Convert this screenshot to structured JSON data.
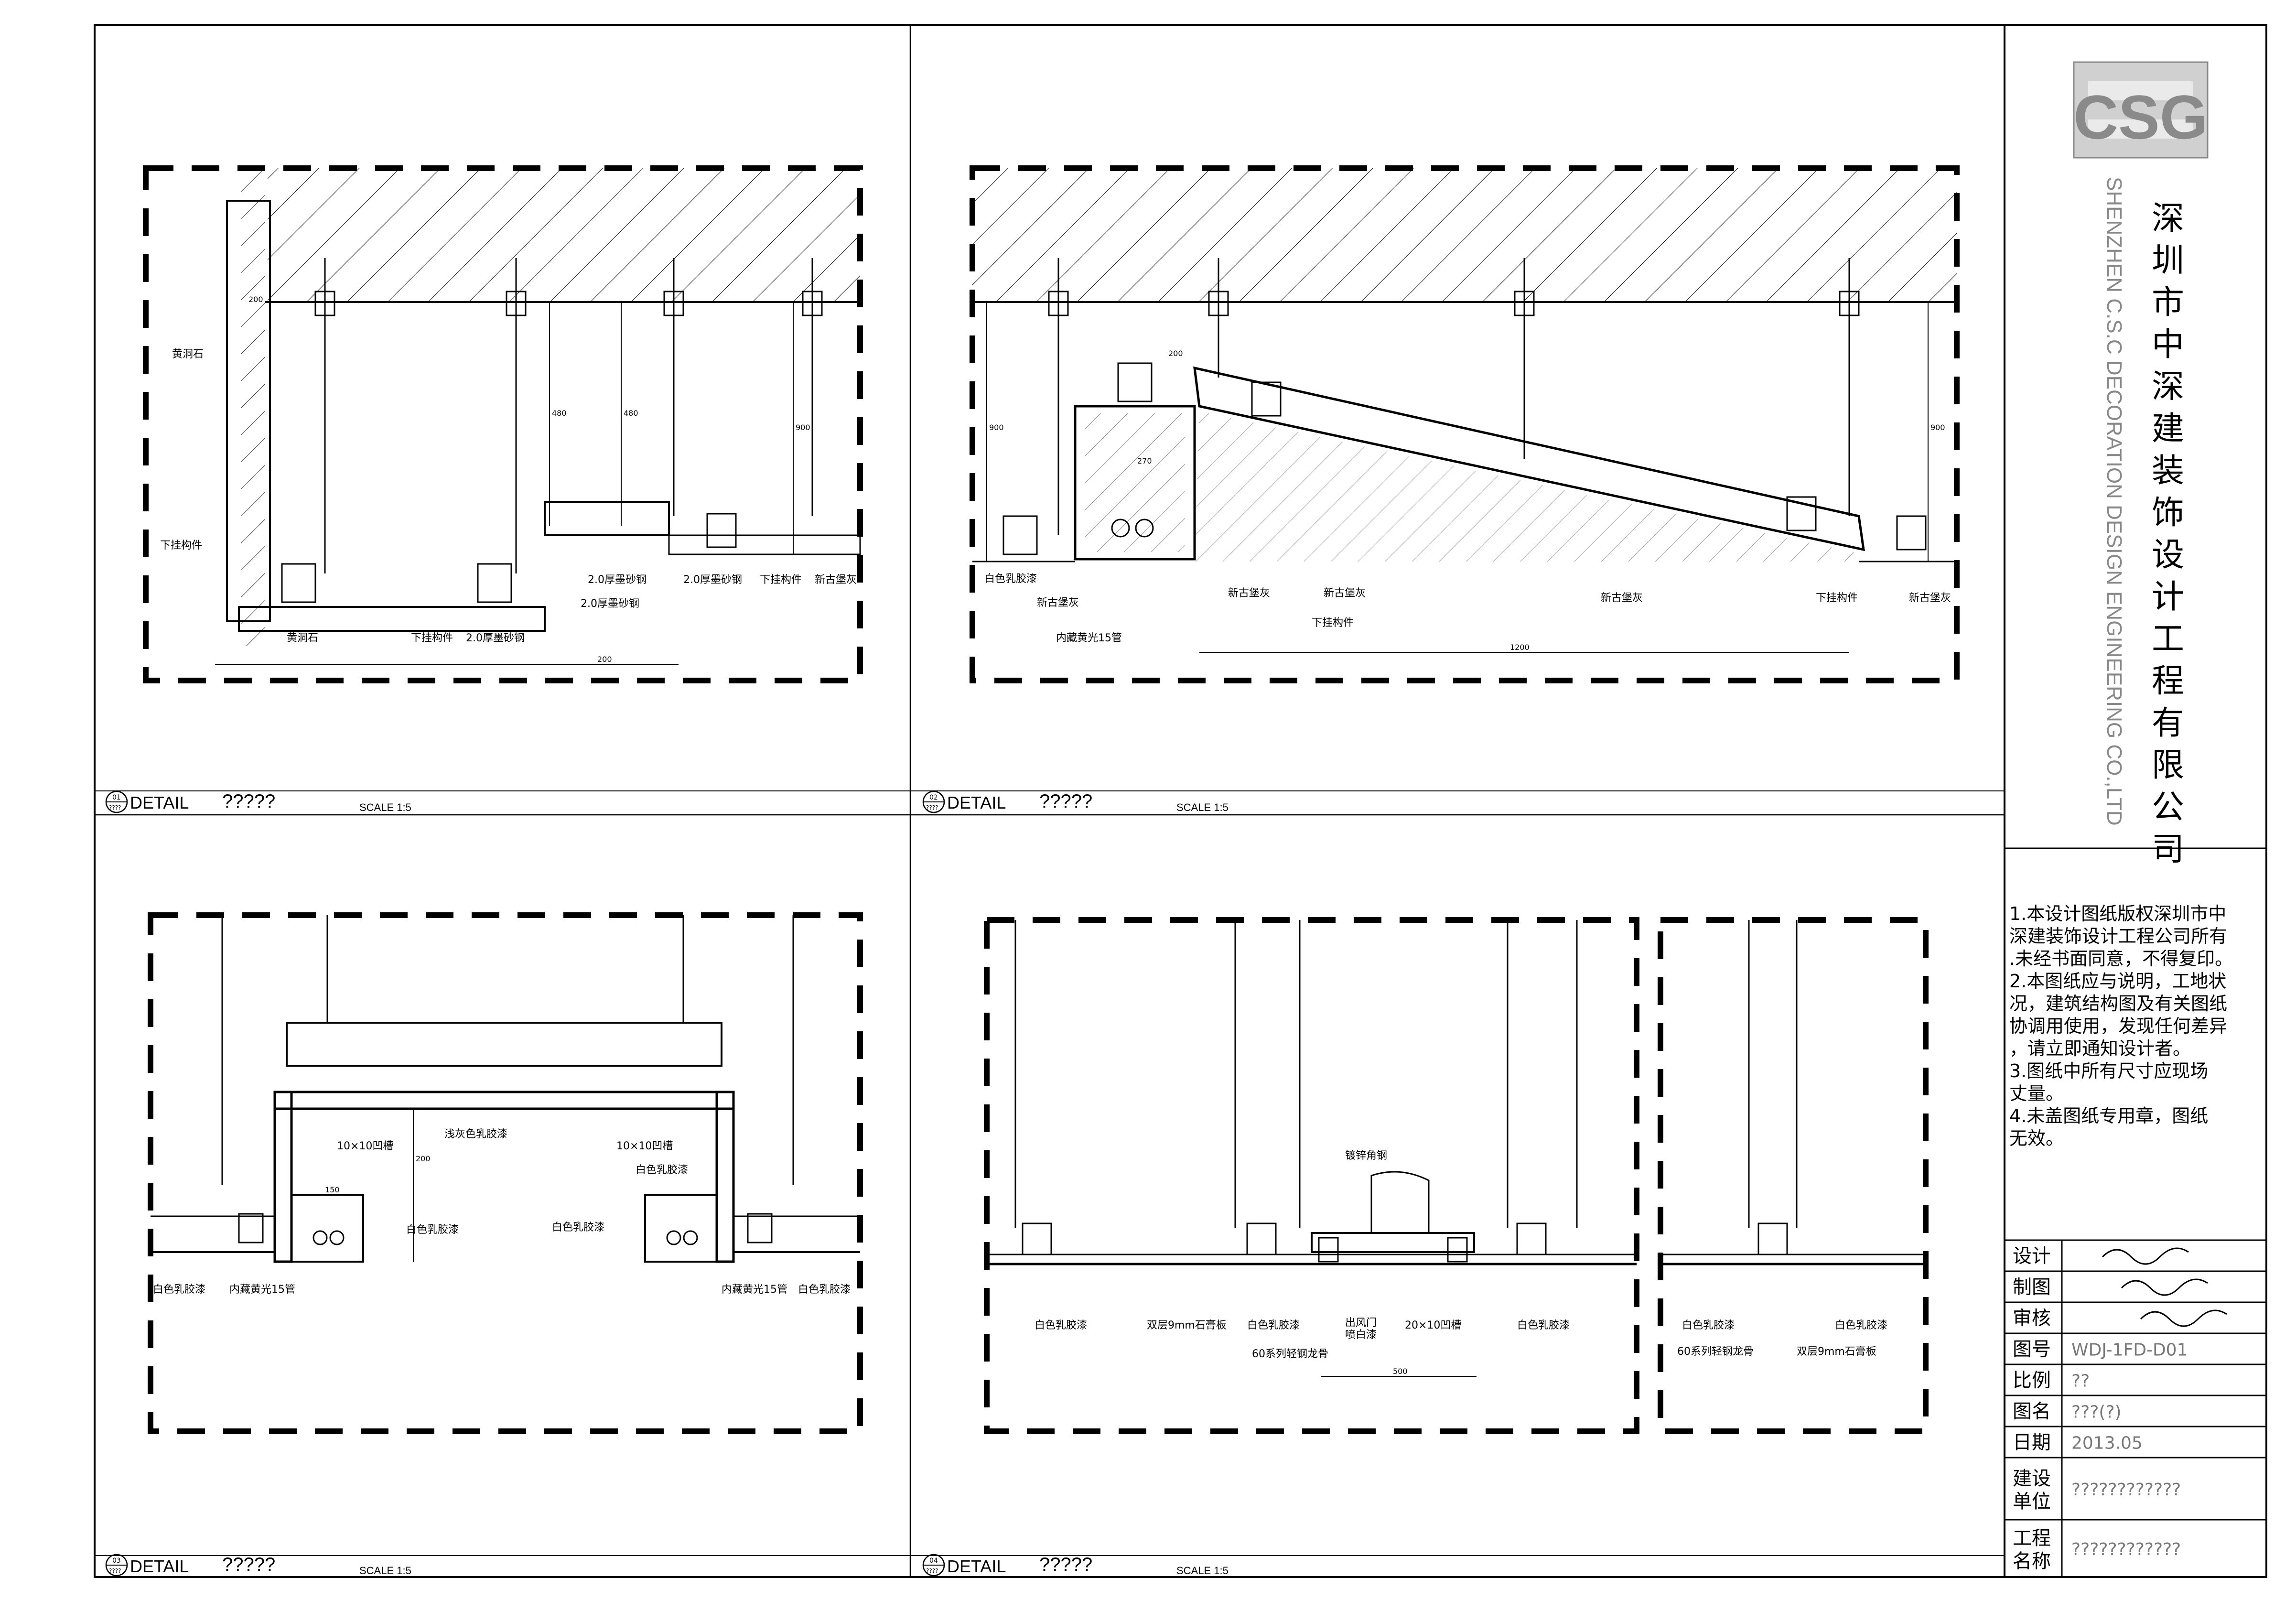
{
  "panels": [
    {
      "num": "01",
      "sheet": "????",
      "title": "DETAIL",
      "name": "?????",
      "scale": "SCALE 1:5",
      "labels": [
        "黄洞石",
        "下挂构件",
        "黄洞石",
        "下挂构件",
        "2.0厚墨砂钢",
        "2.0厚墨砂钢",
        "2.0厚墨砂钢",
        "2.0厚墨砂钢",
        "下挂构件",
        "新古堡灰"
      ],
      "dims": [
        "200",
        "480",
        "480",
        "900",
        "200"
      ]
    },
    {
      "num": "02",
      "sheet": "????",
      "title": "DETAIL",
      "name": "?????",
      "scale": "SCALE 1:5",
      "labels": [
        "白色乳胶漆",
        "新古堡灰",
        "内藏黄光15管",
        "新古堡灰",
        "新古堡灰",
        "下挂构件",
        "新古堡灰",
        "下挂构件",
        "新古堡灰"
      ],
      "dims": [
        "900",
        "270",
        "1200",
        "900",
        "200"
      ]
    },
    {
      "num": "03",
      "sheet": "????",
      "title": "DETAIL",
      "name": "?????",
      "scale": "SCALE 1:5",
      "labels": [
        "10×10凹槽",
        "浅灰色乳胶漆",
        "10×10凹槽",
        "白色乳胶漆",
        "白色乳胶漆",
        "白色乳胶漆",
        "白色乳胶漆",
        "内藏黄光15管",
        "内藏黄光15管",
        "白色乳胶漆"
      ],
      "dims": [
        "200",
        "150"
      ]
    },
    {
      "num": "04",
      "sheet": "????",
      "title": "DETAIL",
      "name": "?????",
      "scale": "SCALE 1:5",
      "labels": [
        "镀锌角钢",
        "白色乳胶漆",
        "双层9mm石膏板",
        "白色乳胶漆",
        "60系列轻钢龙骨",
        "出风门",
        "喷白漆",
        "20×10凹槽",
        "白色乳胶漆",
        "白色乳胶漆",
        "60系列轻钢龙骨",
        "双层9mm石膏板",
        "白色乳胶漆"
      ],
      "dims": [
        "500"
      ]
    }
  ],
  "company": {
    "logo_text": "CSG",
    "name_cn": "深圳市中深建装饰设计工程有限公司",
    "name_en": "SHENZHEN C.S.C DECORATION DESIGN ENGINEERING CO.,LTD"
  },
  "notes": [
    "1.本设计图纸版权深圳市中",
    "深建装饰设计工程公司所有",
    ".未经书面同意，不得复印。",
    "2.本图纸应与说明，工地状",
    "况，建筑结构图及有关图纸",
    "协调用使用，发现任何差异",
    "，请立即通知设计者。",
    "3.图纸中所有尺寸应现场",
    "丈量。",
    "4.未盖图纸专用章，图纸",
    "无效。"
  ],
  "title_block": [
    {
      "label": "设计",
      "value": ""
    },
    {
      "label": "制图",
      "value": ""
    },
    {
      "label": "审核",
      "value": ""
    },
    {
      "label": "图号",
      "value": "WDJ-1FD-D01"
    },
    {
      "label": "比例",
      "value": "??"
    },
    {
      "label": "图名",
      "value": "???(?)"
    },
    {
      "label": "日期",
      "value": "2013.05"
    },
    {
      "label": "建设单位",
      "value": "????????????"
    },
    {
      "label": "工程名称",
      "value": "????????????"
    }
  ]
}
